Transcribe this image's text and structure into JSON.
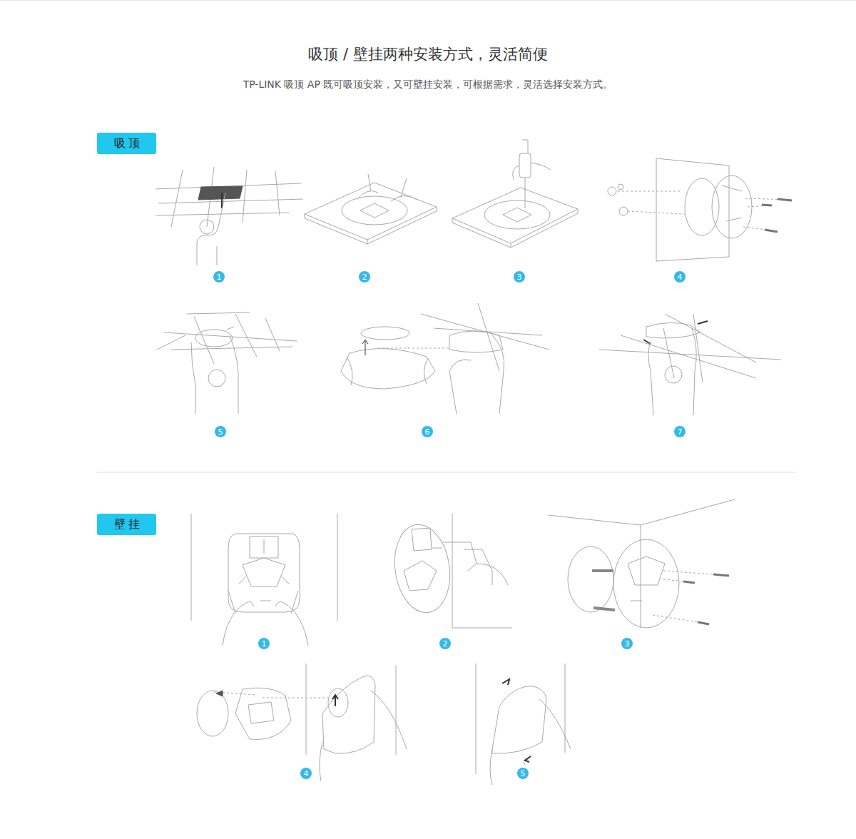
{
  "diagram": {
    "title": "吸顶 / 壁挂两种安装方式，灵活简便",
    "nodes": [
      {
        "text": [
          "吸顶"
        ]
      },
      {
        "text": [
          "1"
        ]
      },
      {
        "text": [
          "2"
        ]
      },
      {
        "text": [
          "3"
        ]
      },
      {
        "text": [
          "4"
        ]
      },
      {
        "text": [
          "5"
        ]
      },
      {
        "text": [
          "6"
        ]
      },
      {
        "text": [
          "7"
        ]
      },
      {
        "text": [
          "壁挂"
        ]
      },
      {
        "text": [
          "1"
        ]
      },
      {
        "text": [
          "2"
        ]
      },
      {
        "text": [
          "3"
        ]
      },
      {
        "text": [
          "4"
        ]
      },
      {
        "text": [
          "5"
        ]
      }
    ],
    "labels": [
      "TP-LINK 吸顶 AP 既可吸顶安装，又可壁挂安装，可根据需求，灵活选择安装方式。"
    ]
  }
}
